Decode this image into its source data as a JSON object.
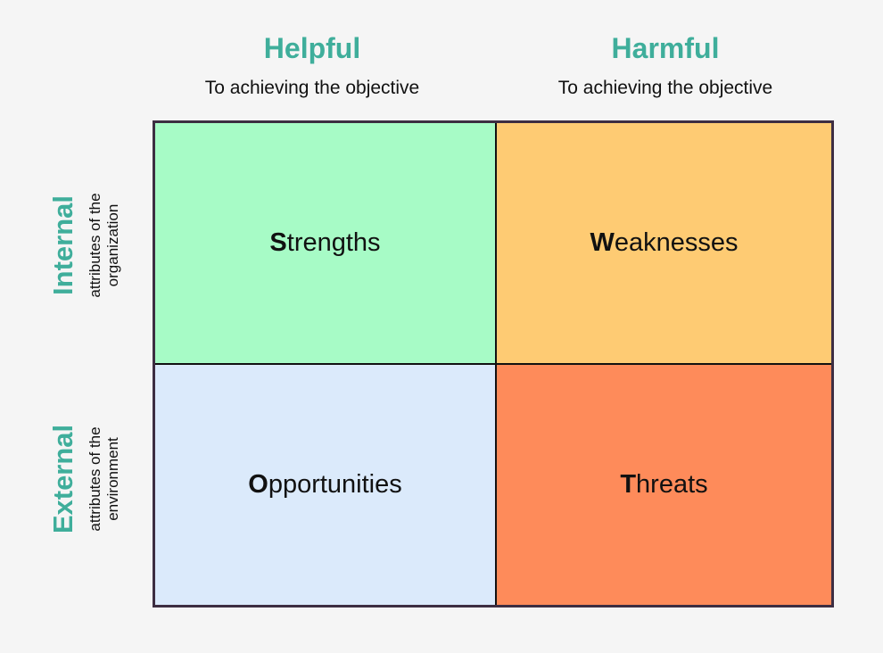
{
  "columns": [
    {
      "title": "Helpful",
      "subtitle": "To achieving the objective"
    },
    {
      "title": "Harmful",
      "subtitle": "To achieving the objective"
    }
  ],
  "rows": [
    {
      "title": "Internal",
      "subtitle_line1": "attributes of the",
      "subtitle_line2": "organization"
    },
    {
      "title": "External",
      "subtitle_line1": "attributes of the",
      "subtitle_line2": "environment"
    }
  ],
  "quadrants": {
    "strengths": {
      "initial": "S",
      "rest": "trengths",
      "color": "#a7fbc6"
    },
    "weaknesses": {
      "initial": "W",
      "rest": "eaknesses",
      "color": "#fecb73"
    },
    "opportunities": {
      "initial": "O",
      "rest": "pportunities",
      "color": "#dbeafb"
    },
    "threats": {
      "initial": "T",
      "rest": "hreats",
      "color": "#fe8b5a"
    }
  },
  "colors": {
    "accent": "#3fae9b",
    "border": "#3d2e42",
    "background": "#f5f5f5"
  }
}
